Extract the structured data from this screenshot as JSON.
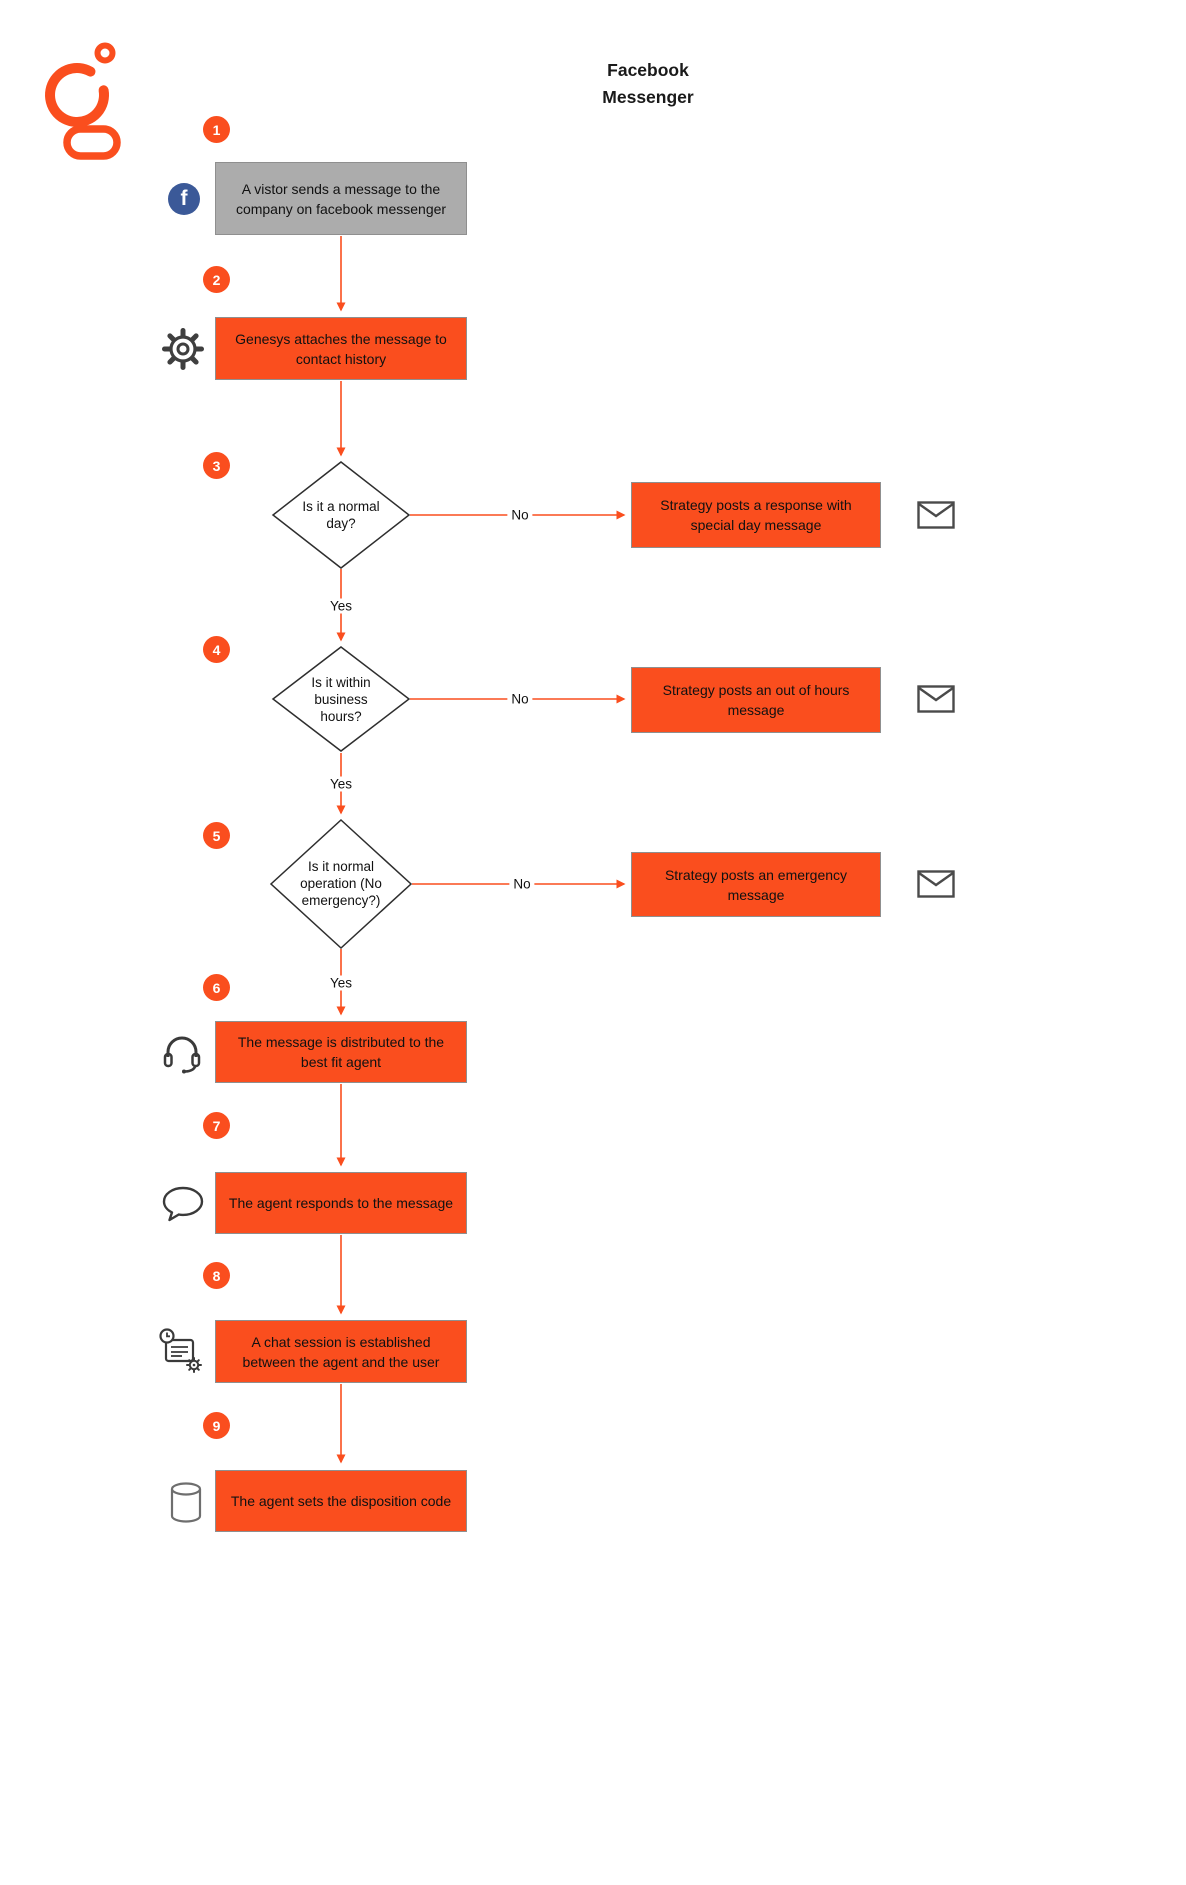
{
  "header": {
    "title_line1": "Facebook",
    "title_line2": "Messenger"
  },
  "flow": {
    "yes_label": "Yes",
    "no_label": "No",
    "steps": [
      {
        "num": "1",
        "shape": "process",
        "icon": "facebook-icon",
        "text": "A vistor sends a message to the company on facebook messenger"
      },
      {
        "num": "2",
        "shape": "process",
        "icon": "gear-icon",
        "text": "Genesys attaches the message to contact history"
      },
      {
        "num": "3",
        "shape": "decision",
        "icon": "",
        "text": "Is it a normal day?"
      },
      {
        "num": "4",
        "shape": "decision",
        "icon": "",
        "text": "Is it within business hours?"
      },
      {
        "num": "5",
        "shape": "decision",
        "icon": "",
        "text": "Is it normal operation (No emergency?)"
      },
      {
        "num": "6",
        "shape": "process",
        "icon": "headset-icon",
        "text": "The message is distributed to the best fit agent"
      },
      {
        "num": "7",
        "shape": "process",
        "icon": "speech-bubble-icon",
        "text": "The agent responds to the message"
      },
      {
        "num": "8",
        "shape": "process",
        "icon": "chat-session-icon",
        "text": "A chat session is established between the agent and the user"
      },
      {
        "num": "9",
        "shape": "process",
        "icon": "database-icon",
        "text": "The agent sets the disposition code"
      }
    ],
    "no_branches": [
      {
        "from_step": "3",
        "icon": "envelope-icon",
        "text": "Strategy posts a response with special day message"
      },
      {
        "from_step": "4",
        "icon": "envelope-icon",
        "text": "Strategy posts an out of hours message"
      },
      {
        "from_step": "5",
        "icon": "envelope-icon",
        "text": "Strategy posts an emergency message"
      }
    ]
  },
  "icons": {
    "facebook_letter": "f"
  },
  "colors": {
    "accent_orange": "#FA4E1E",
    "gray_box_fill": "#ACACAC",
    "box_border": "#8F8F8F",
    "facebook_blue": "#3B5998"
  }
}
